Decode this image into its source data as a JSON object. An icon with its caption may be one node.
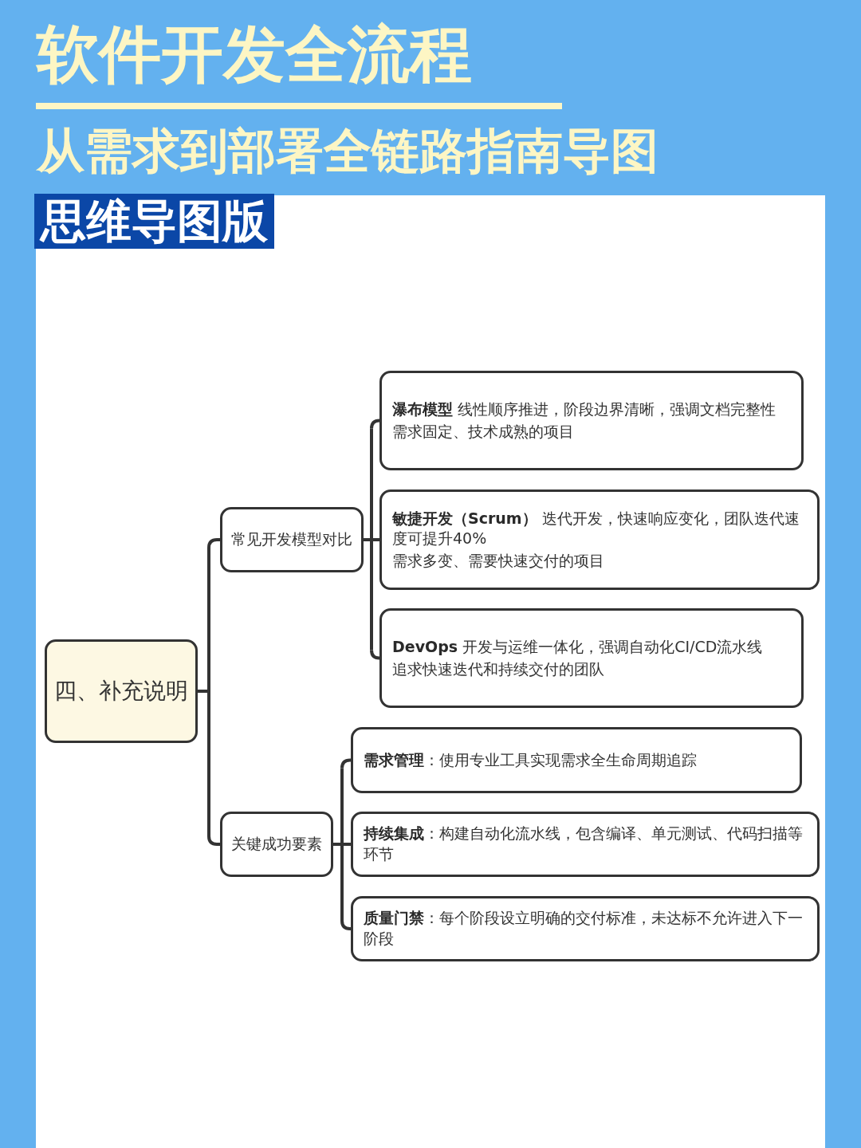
{
  "diagram": {
    "title": "软件开发全流程",
    "nodes": [
      {
        "text": [
          "四、补充说明"
        ]
      },
      {
        "text": [
          "常见开发模型对比"
        ]
      },
      {
        "text": [
          "**瀑布模型** 线性顺序推进，阶段边界清晰，强调文档完整性",
          "需求固定、技术成熟的项目"
        ]
      },
      {
        "text": [
          "**敏捷开发（Scrum）** 迭代开发，快速响应变化，团队迭代速度可提升40%",
          "需求多变、需要快速交付的项目"
        ]
      },
      {
        "text": [
          "**DevOps** 开发与运维一体化，强调自动化CI/CD流水线",
          "追求快速迭代和持续交付的团队"
        ]
      },
      {
        "text": [
          "关键成功要素"
        ]
      },
      {
        "text": [
          "**需求管理**：使用专业工具实现需求全生命周期追踪"
        ]
      },
      {
        "text": [
          "**持续集成**：构建自动化流水线，包含编译、单元测试、代码扫描等环节"
        ]
      },
      {
        "text": [
          "**质量门禁**：每个阶段设立明确的交付标准，未达标不允许进入下一阶段"
        ]
      }
    ],
    "edges": [
      {
        "from": 0,
        "to": 1,
        "arrow": "none"
      },
      {
        "from": 0,
        "to": 5,
        "arrow": "none"
      },
      {
        "from": 1,
        "to": 2,
        "arrow": "none"
      },
      {
        "from": 1,
        "to": 3,
        "arrow": "none"
      },
      {
        "from": 1,
        "to": 4,
        "arrow": "none"
      },
      {
        "from": 5,
        "to": 6,
        "arrow": "none"
      },
      {
        "from": 5,
        "to": 7,
        "arrow": "none"
      },
      {
        "from": 5,
        "to": 8,
        "arrow": "none"
      }
    ],
    "labels": [
      "从需求到部署全链路指南导图",
      "思维导图版"
    ]
  }
}
